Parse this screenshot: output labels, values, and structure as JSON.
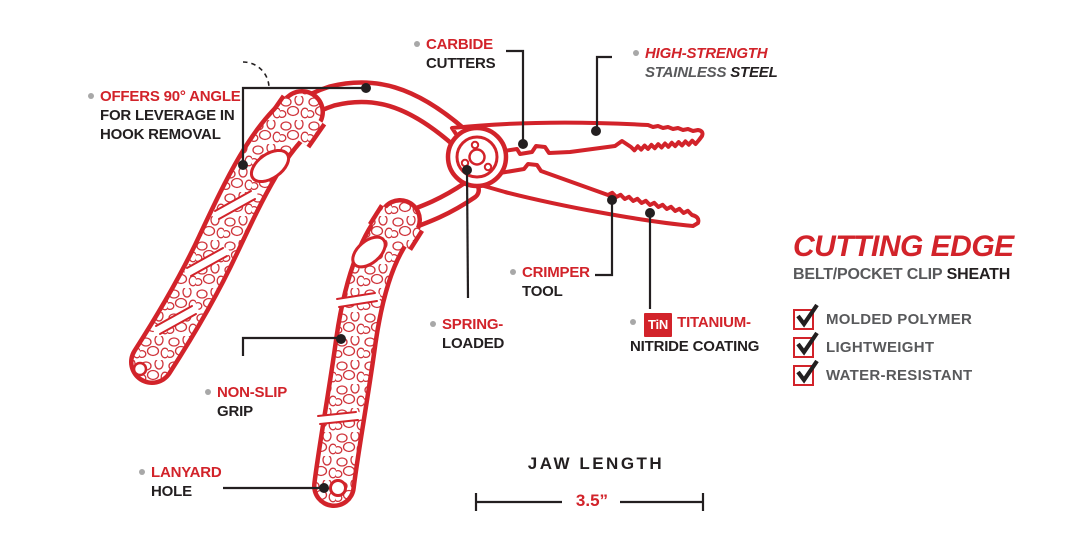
{
  "colors": {
    "accent_red": "#d2232a",
    "text_dark": "#231f20",
    "text_gray": "#58595b",
    "bullet_gray": "#a8a8a8"
  },
  "callouts": {
    "carbide": {
      "line1": "CARBIDE",
      "line2": "CUTTERS"
    },
    "high_strength": {
      "line1": "HIGH-STRENGTH",
      "line2_gray": "STAINLESS",
      "line2_black": "STEEL"
    },
    "angle": {
      "line1": "OFFERS 90° ANGLE",
      "line2": "FOR LEVERAGE IN",
      "line3": "HOOK REMOVAL"
    },
    "crimper": {
      "line1": "CRIMPER",
      "line2": "TOOL"
    },
    "spring": {
      "line1": "SPRING-",
      "line2": "LOADED"
    },
    "tin": {
      "badge": "TiN",
      "line1": "TITANIUM-",
      "line2": "NITRIDE COATING"
    },
    "non_slip": {
      "line1": "NON-SLIP",
      "line2": "GRIP"
    },
    "lanyard": {
      "line1": "LANYARD",
      "line2": "HOLE"
    }
  },
  "dimension": {
    "label": "JAW LENGTH",
    "value": "3.5”"
  },
  "sheath": {
    "title": "CUTTING EDGE",
    "subtitle_gray": "BELT/POCKET CLIP",
    "subtitle_black": "SHEATH",
    "features": [
      "MOLDED POLYMER",
      "LIGHTWEIGHT",
      "WATER-RESISTANT"
    ]
  }
}
